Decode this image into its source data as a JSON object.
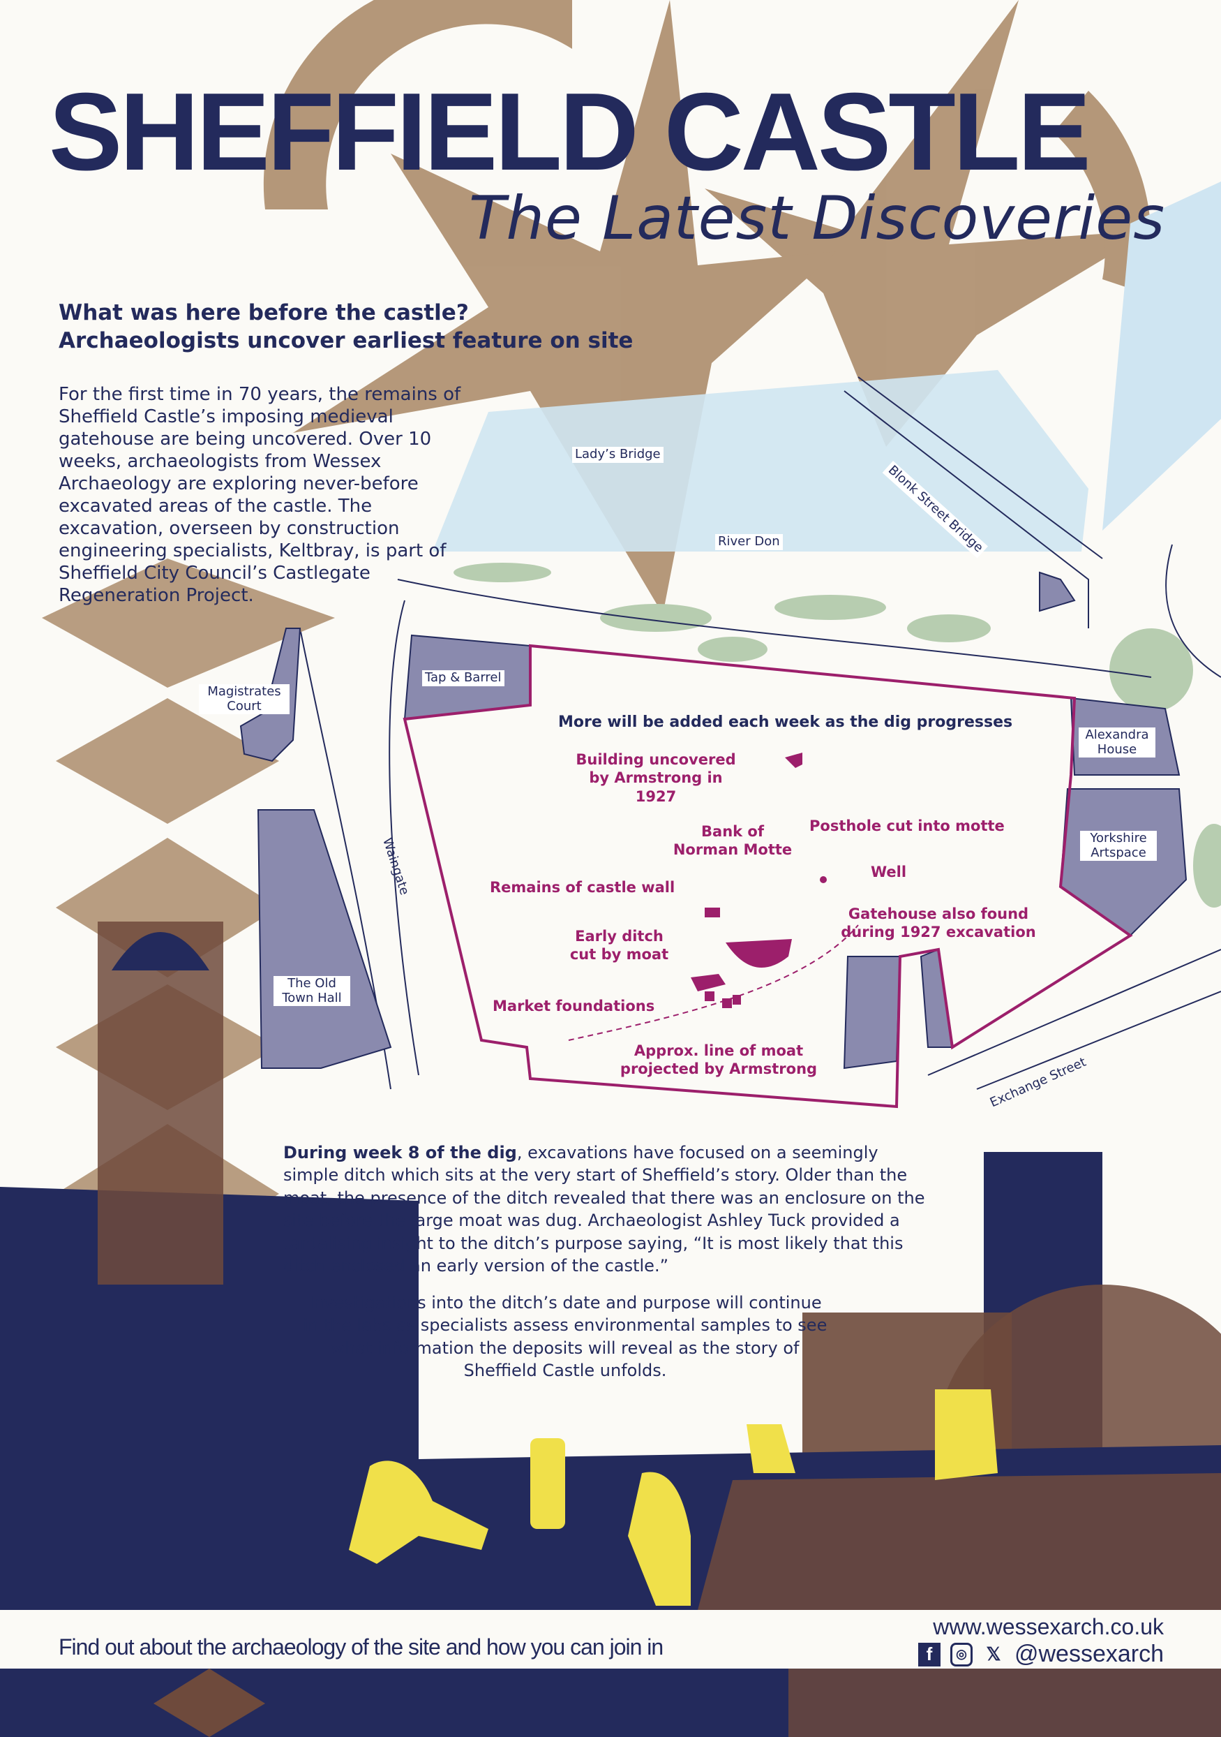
{
  "title": "SHEFFIELD CASTLE",
  "subtitle": "The Latest Discoveries",
  "heading": [
    "What was here before the castle?",
    "Archaeologists uncover earliest feature on site"
  ],
  "intro": "For the first time in 70 years, the remains of Sheffield Castle’s imposing medieval gatehouse are being uncovered. Over 10 weeks, archaeologists from Wessex Archaeology are exploring never-before excavated areas of the castle. The excavation, overseen by construction engineering specialists, Keltbray, is part of Sheffield City Council’s Castlegate Regeneration Project.",
  "map": {
    "places": {
      "ladys_bridge": "Lady’s Bridge",
      "blonk": "Blonk Street Bridge",
      "river": "River Don",
      "tap": "Tap & Barrel",
      "magistrates": "Magistrates Court",
      "waingate": "Waingate",
      "town_hall": "The Old Town Hall",
      "alexandra": "Alexandra House",
      "yorkshire": "Yorkshire Artspace",
      "exchange": "Exchange Street"
    },
    "note": "More will be added each week as the dig progresses",
    "finds": {
      "building": "Building uncovered by Armstrong in 1927",
      "bank": "Bank of Norman Motte",
      "posthole": "Posthole cut into motte",
      "well": "Well",
      "wall": "Remains of castle wall",
      "gatehouse": "Gatehouse also found during 1927 excavation",
      "ditch": "Early ditch cut by moat",
      "market": "Market foundations",
      "moat": "Approx. line of moat projected by Armstrong"
    }
  },
  "week": {
    "lead": "During week 8 of the dig",
    "body": ", excavations have focused on a seemingly simple ditch which sits at the very start of Sheffield’s story. Older than the moat, the presence of the ditch revealed that there was an enclosure on the site before the large moat was dug. Archaeologist Ashley Tuck provided a tantalising insight to the ditch’s purpose saying, “It is most likely that this ditch enclosed an early version of the castle.”"
  },
  "investigations": "Investigations into the ditch’s date and purpose will continue in the labs as specialists assess environmental samples to see what information the deposits will reveal as the story of Sheffield Castle unfolds.",
  "footer": {
    "cta": "Find out about the archaeology of the site and how you can join in",
    "website": "www.wessexarch.co.uk",
    "handle": "@wessexarch",
    "icons": [
      "facebook-icon",
      "instagram-icon",
      "x-icon"
    ]
  },
  "colors": {
    "navy": "#232a5c",
    "tan": "#a88664",
    "magenta": "#9c1f6b",
    "river": "#cfe5f2",
    "green": "#b7cdb0",
    "yellow": "#f0e04a",
    "brown": "#6e4a3c"
  }
}
